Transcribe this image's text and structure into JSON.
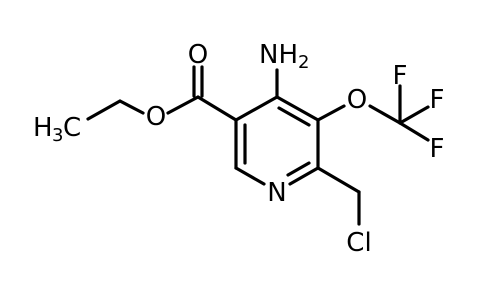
{
  "molecule": {
    "labels": {
      "carbonyl_oxygen": "O",
      "ester_oxygen": "O",
      "methyl_prefix": "H",
      "methyl_subscript": "3",
      "methyl_carbon": "C",
      "amino_prefix": "NH",
      "amino_subscript": "2",
      "ether_oxygen": "O",
      "fluorine_1": "F",
      "fluorine_2": "F",
      "fluorine_3": "F",
      "ring_nitrogen": "N",
      "chlorine": "Cl"
    }
  }
}
